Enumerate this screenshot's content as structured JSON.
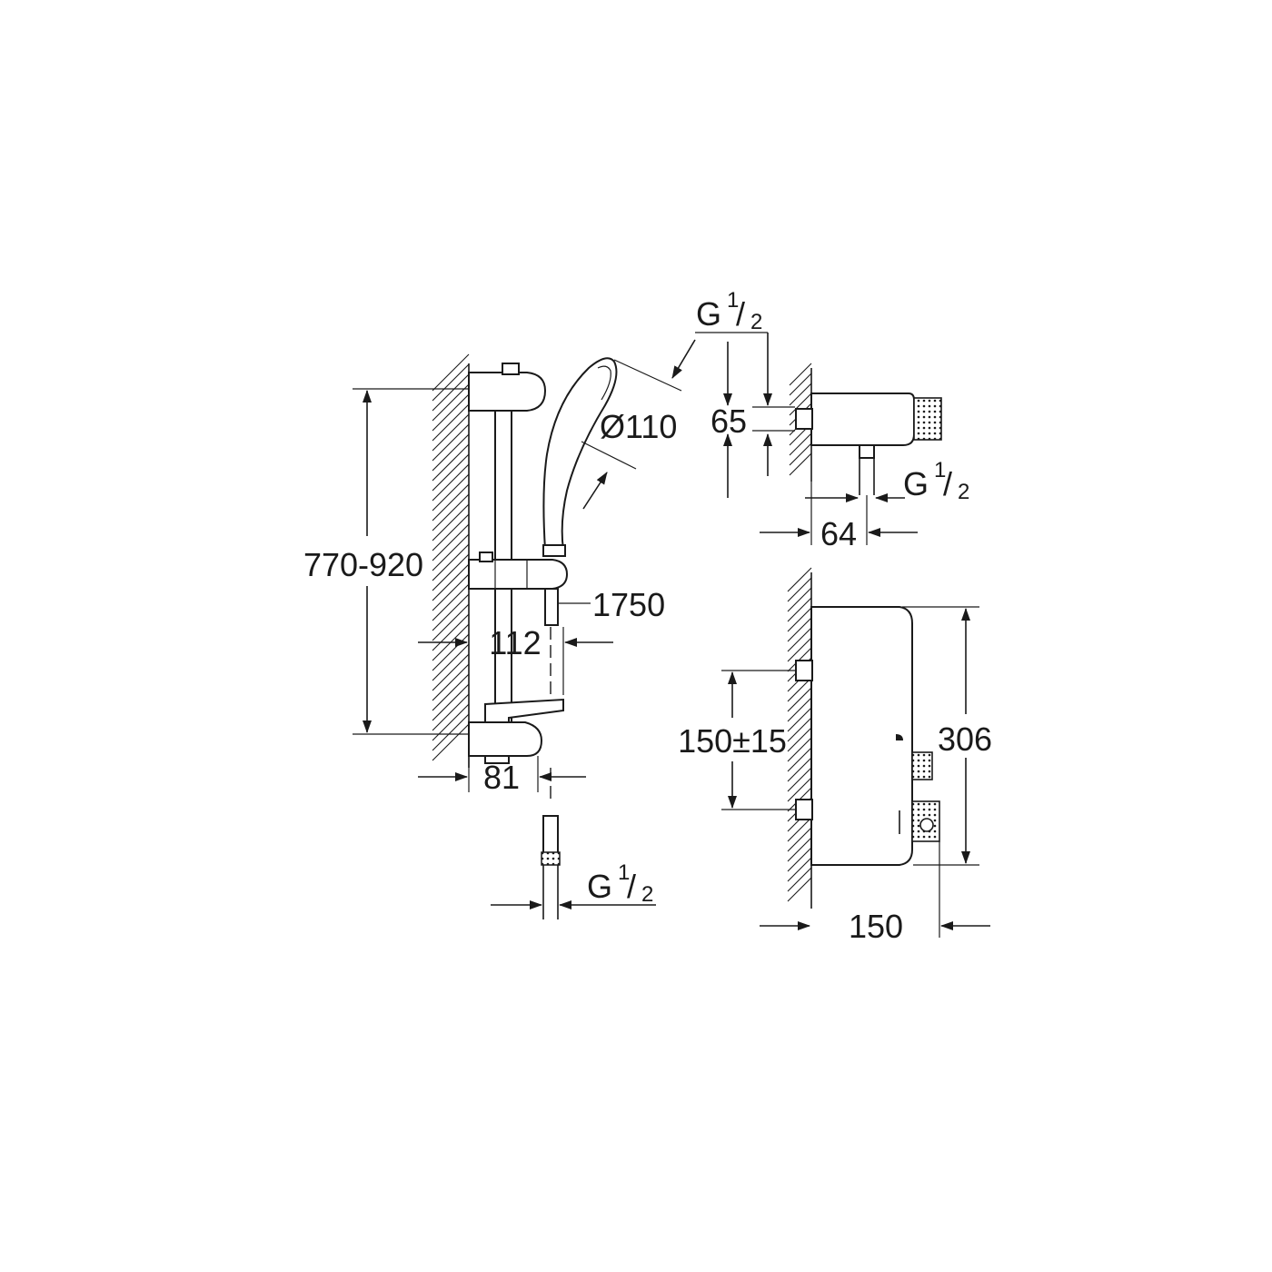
{
  "drawing": {
    "rail_height": "770-920",
    "handshower_diameter": "Ø110",
    "hose_length": "1750",
    "rail_projection": "112",
    "bracket_depth": "81",
    "hose_thread": {
      "main": "G",
      "num": "1",
      "den": "2"
    },
    "outlet_thread_top": {
      "main": "G",
      "num": "1",
      "den": "2"
    },
    "outlet_thread_side": {
      "main": "G",
      "num": "1",
      "den": "2"
    },
    "mixer_height": "65",
    "outlet_offset": "64",
    "inlet_spacing": "150±15",
    "mixer_length": "306",
    "mixer_depth": "150"
  },
  "colors": {
    "line": "#1a1a1a",
    "background": "#ffffff"
  }
}
